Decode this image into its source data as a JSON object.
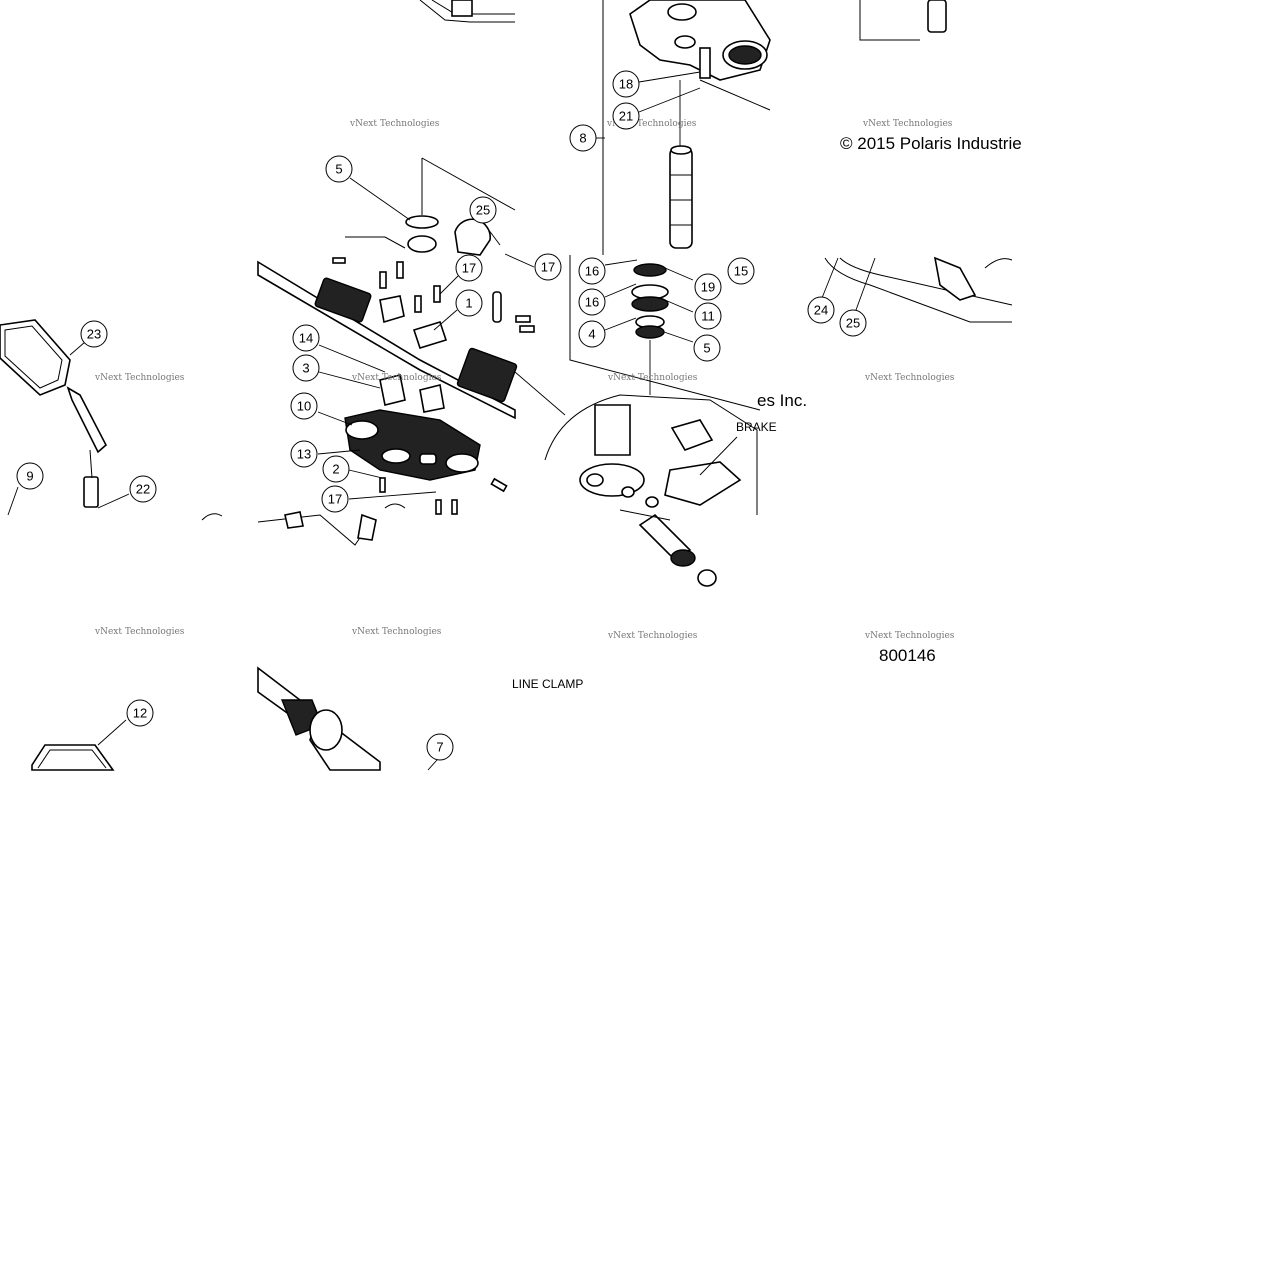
{
  "copyright": "© 2015 Polaris Industrie",
  "copyright_fragment": "es Inc.",
  "figure_number": "800146",
  "labels": {
    "brake": "BRAKE",
    "line_clamp": "LINE CLAMP"
  },
  "watermark": "vNext Technologies",
  "callouts": [
    {
      "n": "18"
    },
    {
      "n": "21"
    },
    {
      "n": "8"
    },
    {
      "n": "5"
    },
    {
      "n": "25"
    },
    {
      "n": "17"
    },
    {
      "n": "17"
    },
    {
      "n": "1"
    },
    {
      "n": "14"
    },
    {
      "n": "3"
    },
    {
      "n": "10"
    },
    {
      "n": "13"
    },
    {
      "n": "2"
    },
    {
      "n": "17"
    },
    {
      "n": "16"
    },
    {
      "n": "19"
    },
    {
      "n": "15"
    },
    {
      "n": "16"
    },
    {
      "n": "11"
    },
    {
      "n": "4"
    },
    {
      "n": "5"
    },
    {
      "n": "23"
    },
    {
      "n": "9"
    },
    {
      "n": "22"
    },
    {
      "n": "24"
    },
    {
      "n": "25"
    },
    {
      "n": "12"
    },
    {
      "n": "7"
    }
  ]
}
